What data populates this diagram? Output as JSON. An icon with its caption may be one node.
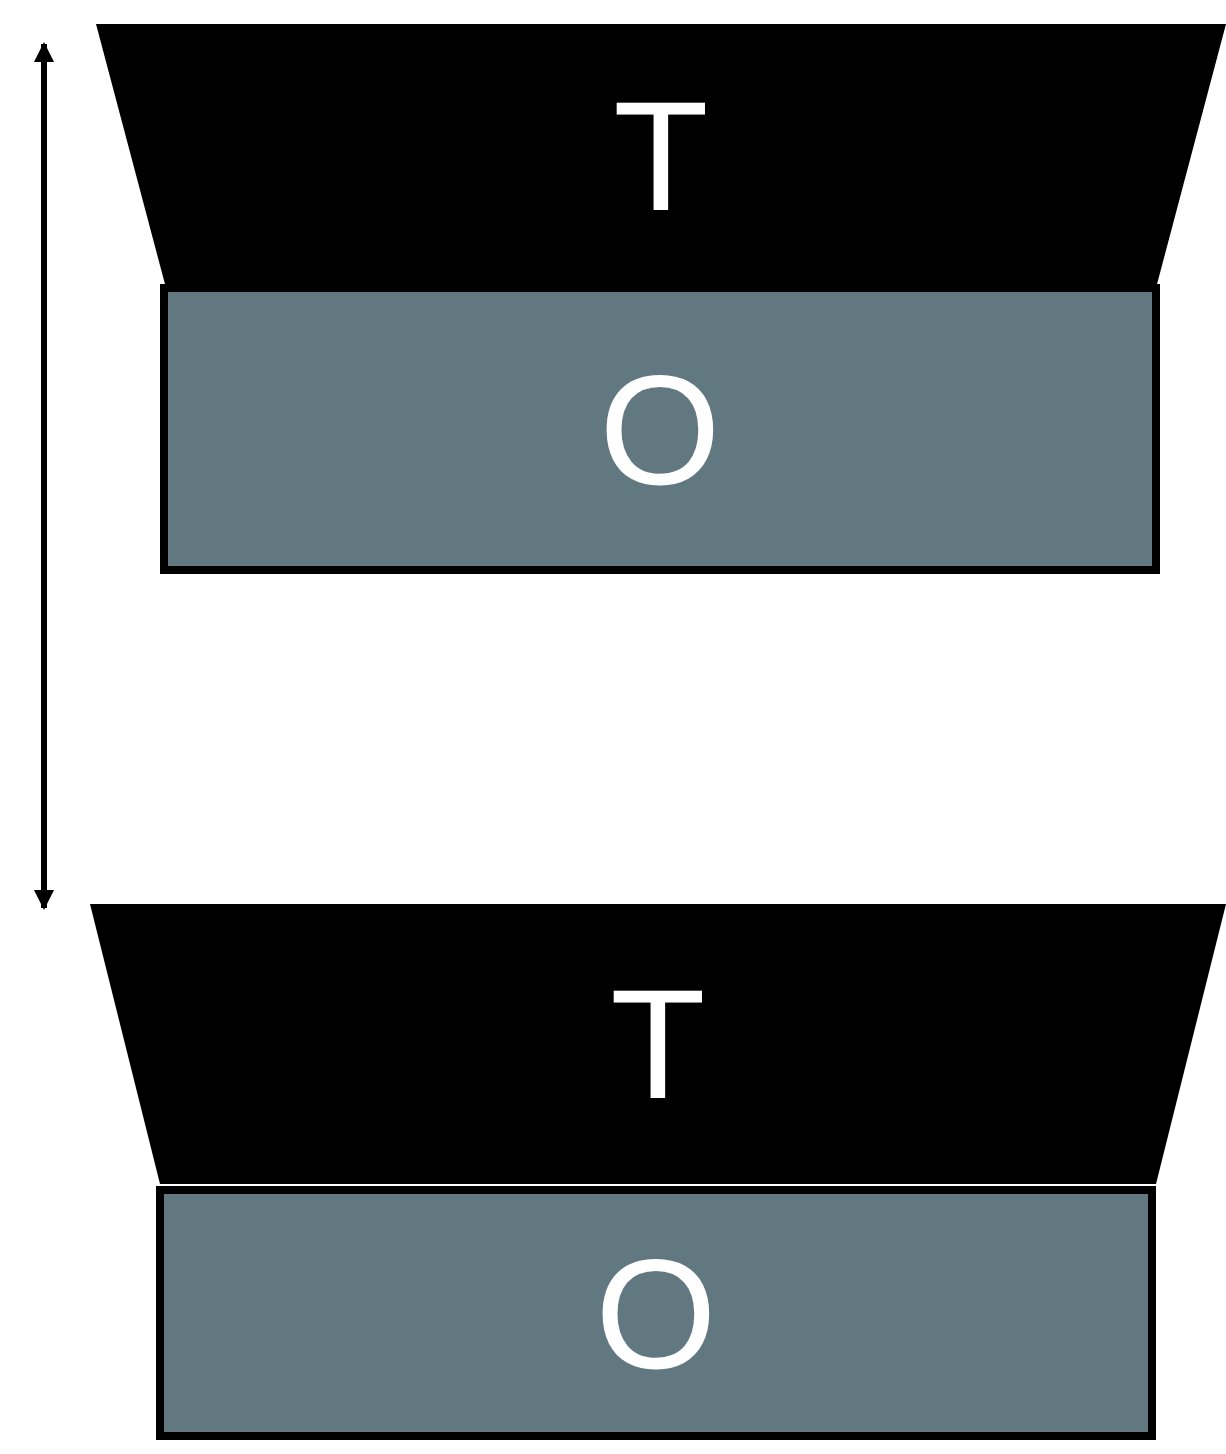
{
  "diagram": {
    "nodes": [
      {
        "text": [
          "T"
        ]
      },
      {
        "text": [
          "O"
        ]
      },
      {
        "text": [
          "T"
        ]
      },
      {
        "text": [
          "O"
        ]
      }
    ]
  }
}
